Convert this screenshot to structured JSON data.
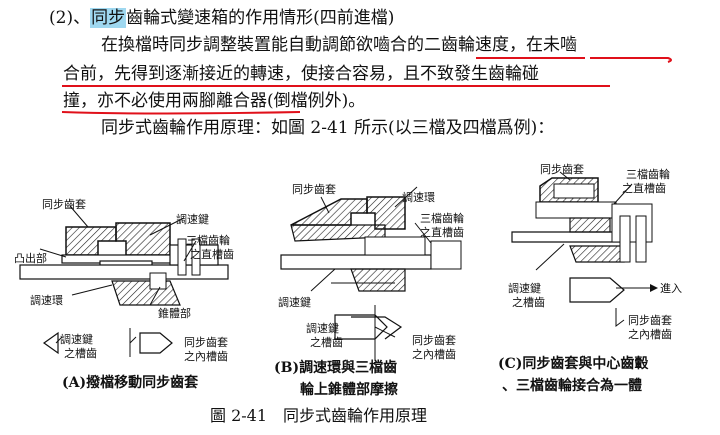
{
  "heading": {
    "num": "(2)、",
    "highlight": "同步",
    "rest": "齒輪式變速箱的作用情形(四前進檔)"
  },
  "paragraph": {
    "line1": "在換檔時同步調整裝置能自動調節欲嚙合的二齒輪速度，在未嚙",
    "line2": "合前，先得到逐漸接近的轉速，使接合容易，且不致發生齒輪碰",
    "line3": "撞，亦不必使用兩腳離合器(倒檔例外)。",
    "line4": "同步式齒輪作用原理：如圖 2-41 所示(以三檔及四檔爲例)："
  },
  "diagram_a": {
    "labels": [
      "同步齒套",
      "調速鍵",
      "三檔齒輪",
      "之直槽齒",
      "凸出部",
      "調速環",
      "錐體部",
      "調速鍵",
      "之槽齒",
      "同步齒套",
      "之內槽齒"
    ],
    "caption": "(A)撥檔移動同步齒套"
  },
  "diagram_b": {
    "labels": [
      "同步齒套",
      "調速環",
      "三檔齒輪",
      "之直槽齒",
      "調速鍵",
      "調速鍵",
      "之槽齒",
      "同步齒套",
      "之內槽齒"
    ],
    "caption_line1": "(B)調速環與三檔齒",
    "caption_line2": "輪上錐體部摩擦"
  },
  "diagram_c": {
    "labels": [
      "同步齒套",
      "三檔齒輪",
      "之直槽齒",
      "調速鍵",
      "之槽齒",
      "進入",
      "同步齒套",
      "之內槽齒"
    ],
    "caption_line1": "(C)同步齒套與中心齒轂",
    "caption_line2": "、三檔齒輪接合為一體"
  },
  "figure_caption": "圖 2-41　同步式齒輪作用原理",
  "colors": {
    "highlight": "#9fd8f0",
    "underline": "#e0101a"
  }
}
